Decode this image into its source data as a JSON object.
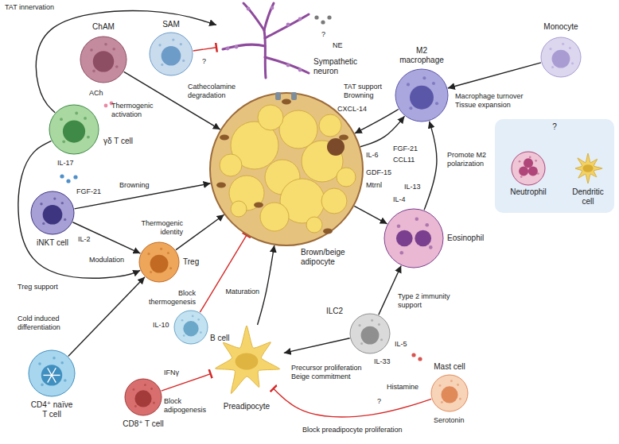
{
  "diagram": {
    "nodes": [
      {
        "text": [
          "ChAM"
        ]
      },
      {
        "text": [
          "SAM"
        ]
      },
      {
        "text": [
          "Sympathetic neuron"
        ]
      },
      {
        "text": [
          "M2 macrophage"
        ]
      },
      {
        "text": [
          "Monocyte"
        ]
      },
      {
        "text": [
          "γδ T cell"
        ]
      },
      {
        "text": [
          "iNKT cell"
        ]
      },
      {
        "text": [
          "Brown/beige adipocyte"
        ]
      },
      {
        "text": [
          "?"
        ]
      },
      {
        "text": [
          "Neutrophil"
        ],
        "in": 8
      },
      {
        "text": [
          "Dendritic cell"
        ],
        "in": 8
      },
      {
        "text": [
          "Eosinophil"
        ]
      },
      {
        "text": [
          "Treg"
        ]
      },
      {
        "text": [
          "B cell"
        ]
      },
      {
        "text": [
          "ILC2"
        ]
      },
      {
        "text": [
          "Preadipocyte"
        ]
      },
      {
        "text": [
          "Mast cell"
        ]
      },
      {
        "text": [
          "CD4⁺ naïve T cell"
        ]
      },
      {
        "text": [
          "CD8⁺ T cell"
        ]
      }
    ],
    "edges": [
      {
        "from": 5,
        "to": 2,
        "arrow": "to",
        "label": "TAT innervation"
      },
      {
        "from": 5,
        "to": 12,
        "arrow": "to",
        "label": "Treg support"
      },
      {
        "from": 0,
        "to": 7,
        "arrow": "to",
        "label": "Thermogenic activation"
      },
      {
        "from": 1,
        "to": 2,
        "arrow": "to",
        "label": "Cathecolamine degradation"
      },
      {
        "from": 3,
        "to": 7,
        "arrow": "to",
        "label": "TAT support Browning"
      },
      {
        "from": 4,
        "to": 3,
        "arrow": "to",
        "label": "Macrophage turnover Tissue expansion"
      },
      {
        "from": 7,
        "to": 3,
        "arrow": "to"
      },
      {
        "from": 11,
        "to": 3,
        "arrow": "to",
        "label": "Promote M2 polarization"
      },
      {
        "from": 7,
        "to": 11,
        "arrow": "to"
      },
      {
        "from": 6,
        "to": 7,
        "arrow": "to",
        "label": "Browning"
      },
      {
        "from": 6,
        "to": 12,
        "arrow": "to",
        "label": "Modulation"
      },
      {
        "from": 12,
        "to": 7,
        "arrow": "to",
        "label": "Thermogenic identity"
      },
      {
        "from": 13,
        "to": 7,
        "arrow": "to",
        "label": "Block thermogenesis"
      },
      {
        "from": 17,
        "to": 12,
        "arrow": "to",
        "label": "Cold induced differentiation"
      },
      {
        "from": 15,
        "to": 7,
        "arrow": "to",
        "label": "Maturation"
      },
      {
        "from": 18,
        "to": 15,
        "arrow": "to",
        "label": "Block adipogenesis"
      },
      {
        "from": 14,
        "to": 15,
        "arrow": "to",
        "label": "Precursor proliferation Beige commitment"
      },
      {
        "from": 14,
        "to": 11,
        "arrow": "to",
        "label": "Type 2 immunity support"
      },
      {
        "from": 16,
        "to": 15,
        "arrow": "to",
        "label": "Block preadipocyte proliferation"
      }
    ],
    "labels": [
      "IL-17",
      "ACh",
      "?",
      "?",
      "NE",
      "CXCL-14",
      "IL-6",
      "FGF-21",
      "CCL11",
      "GDF-15",
      "Mtrnl",
      "FGF-21",
      "IL-2",
      "IL-10",
      "IFNγ",
      "IL-4",
      "IL-13",
      "IL-5",
      "IL-33",
      "Histamine",
      "Serotonin",
      "?"
    ]
  }
}
